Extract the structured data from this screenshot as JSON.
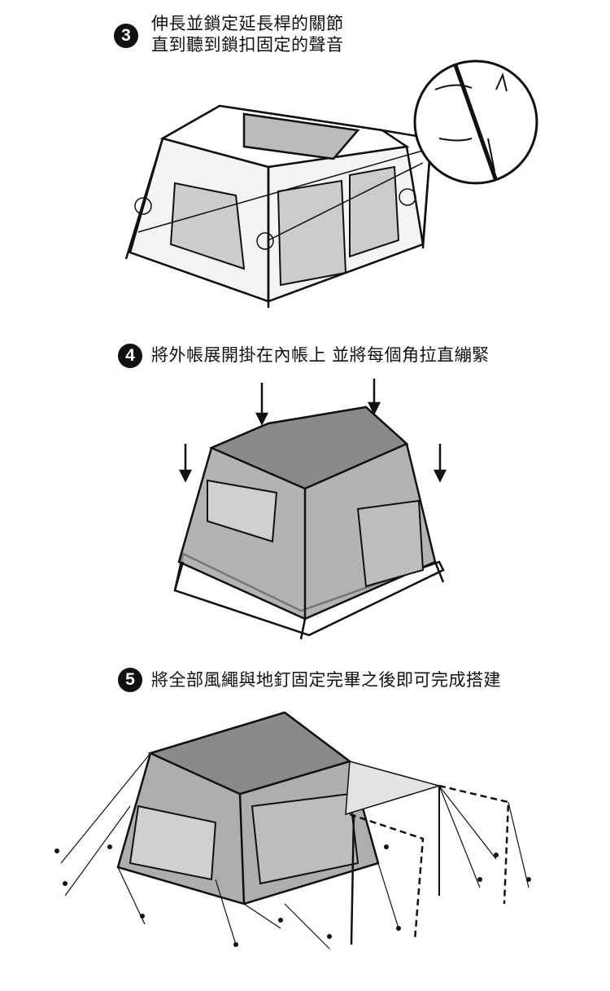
{
  "steps": [
    {
      "number": "3",
      "lines": [
        "伸長並鎖定延長桿的關節",
        "直到聽到鎖扣固定的聲音"
      ]
    },
    {
      "number": "4",
      "lines": [
        "將外帳展開掛在內帳上 並將每個角拉直繃緊"
      ]
    },
    {
      "number": "5",
      "lines": [
        "將全部風繩與地釘固定完畢之後即可完成搭建"
      ]
    }
  ],
  "colors": {
    "ink": "#111111",
    "fly": "#8a8a8a",
    "inner": "#cfcfcf"
  }
}
